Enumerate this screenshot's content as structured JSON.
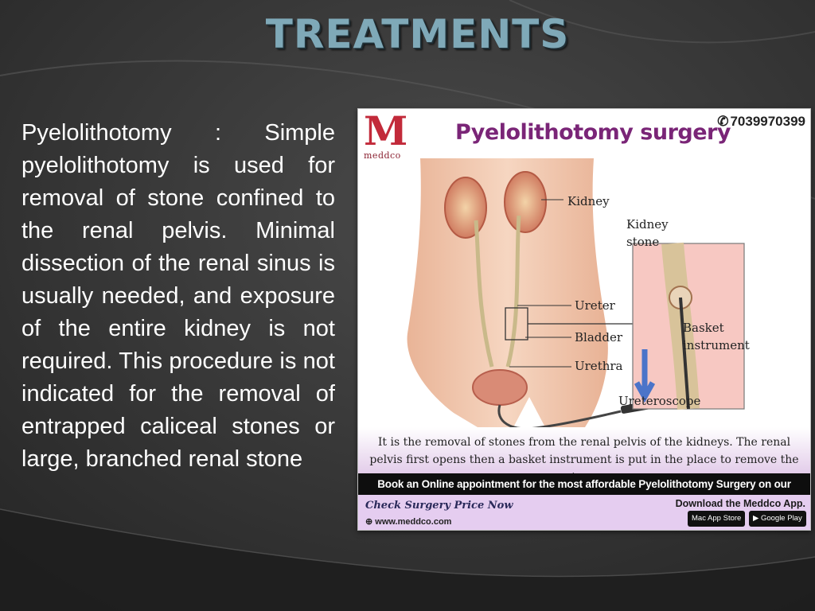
{
  "slide": {
    "title": "TREATMENTS",
    "body": "Pyelolithotomy : Simple pyelolithotomy is used for removal of stone confined to the renal pelvis. Minimal dissection of the renal sinus is usually needed, and exposure of the entire kidney is not required. This procedure is not indicated for the removal of entrapped caliceal stones or large, branched renal stone"
  },
  "figure": {
    "logo_letter": "M",
    "logo_text": "meddco",
    "title": "Pyelolithotomy surgery",
    "phone": "7039970399",
    "phone_icon": "phone-icon",
    "labels": {
      "kidney": "Kidney",
      "kidney_stone_line1": "Kidney",
      "kidney_stone_line2": "stone",
      "ureter": "Ureter",
      "bladder": "Bladder",
      "urethra": "Urethra",
      "basket_line1": "Basket",
      "basket_line2": "instrument",
      "ureteroscope": "Ureteroscope"
    },
    "caption": "It is the removal of stones from the renal pelvis of the kidneys. The renal pelvis first opens then a basket instrument is put in the place to remove the stones",
    "book_bar": "Book an Online appointment for the most affordable Pyelolithotomy Surgery on our website",
    "price_link": "Check Surgery Price Now",
    "website": "www.meddco.com",
    "download": "Download the Meddco App.",
    "app_store": "Mac App Store",
    "google_play": "Google Play"
  },
  "colors": {
    "title": "#7fa9b8",
    "figure_title": "#7a2577",
    "logo": "#c22a3a",
    "band": "#e5cdf0"
  }
}
